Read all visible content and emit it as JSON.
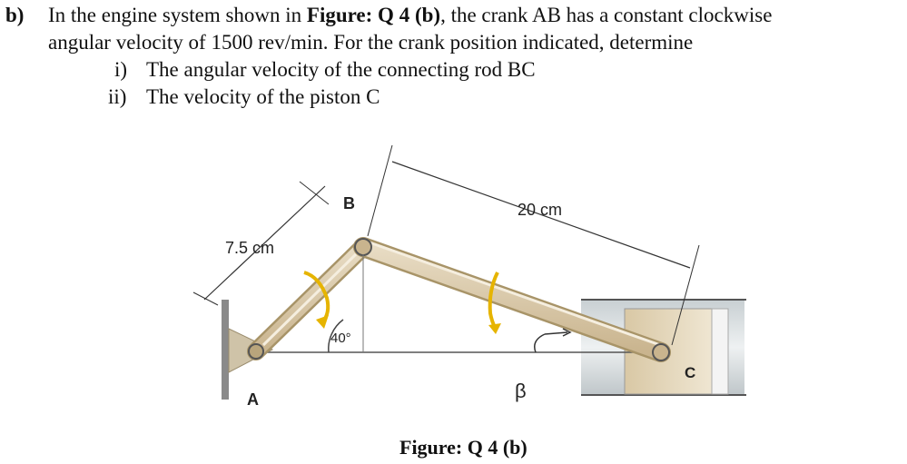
{
  "question": {
    "part": "b)",
    "line1_prefix": "In the engine system shown in ",
    "line1_bold": "Figure: Q 4 (b)",
    "line1_suffix": ", the crank AB has a constant clockwise",
    "line2": "angular velocity of 1500 rev/min. For the crank position indicated, determine",
    "item1_num": "i)",
    "item1_text": "The angular velocity of the connecting rod BC",
    "item2_num": "ii)",
    "item2_text": "The velocity of the piston C"
  },
  "figure": {
    "label_b": "B",
    "label_a": "A",
    "label_c": "C",
    "dim_crank": "7.5 cm",
    "dim_rod": "20 cm",
    "angle": "40°",
    "beta": "β",
    "caption": "Figure: Q 4 (b)"
  }
}
